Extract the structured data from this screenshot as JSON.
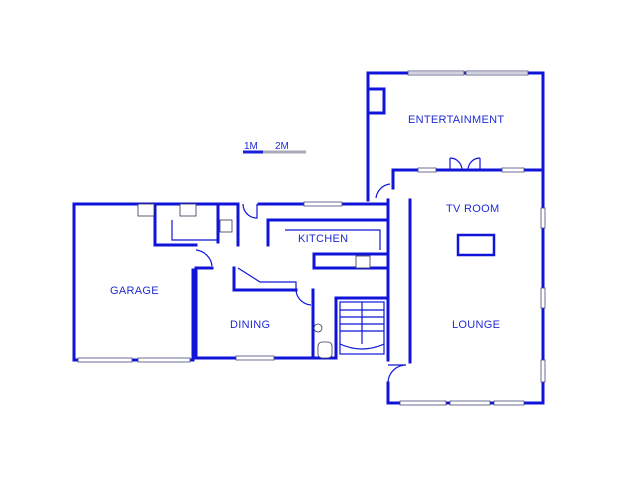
{
  "plan": {
    "rooms": {
      "entertainment": "ENTERTAINMENT",
      "tv_room": "TV ROOM",
      "kitchen": "KITCHEN",
      "garage": "GARAGE",
      "dining": "DINING",
      "lounge": "LOUNGE"
    },
    "scale": {
      "label_1": "1M",
      "label_2": "2M"
    }
  },
  "colors": {
    "wall": "#0f14d8",
    "label": "#1f2bd6",
    "scale_bar_1": "#1a1fd8",
    "scale_bar_2": "#a9a9b8"
  }
}
